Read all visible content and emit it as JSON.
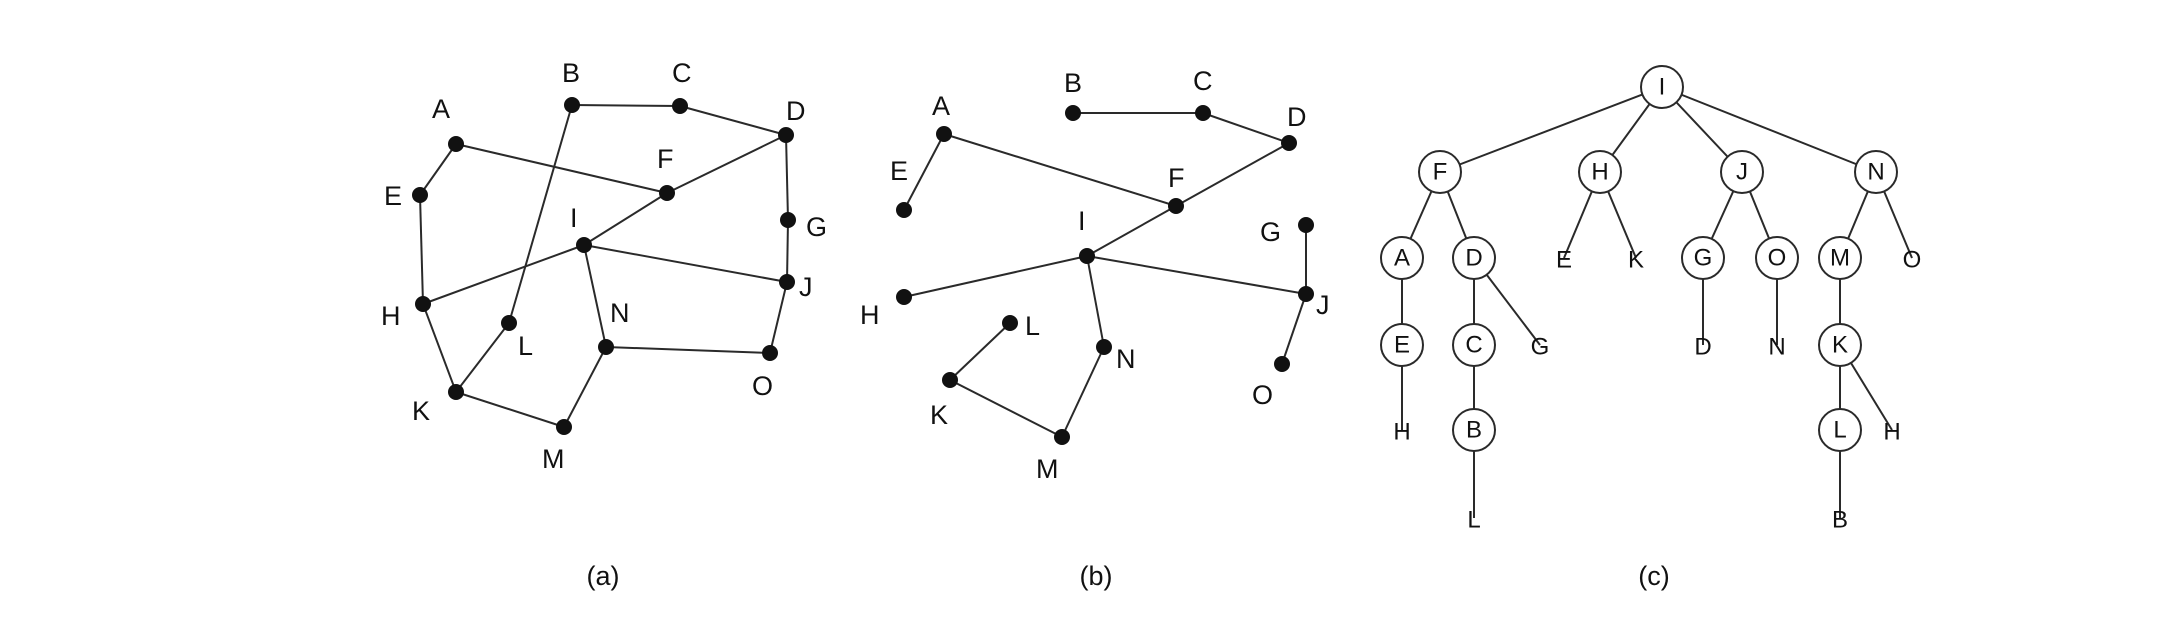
{
  "graph_a": {
    "caption": "(a)",
    "nodes": [
      "A",
      "B",
      "C",
      "D",
      "E",
      "F",
      "G",
      "H",
      "I",
      "J",
      "K",
      "L",
      "M",
      "N",
      "O"
    ],
    "edges": [
      [
        "A",
        "E"
      ],
      [
        "A",
        "F"
      ],
      [
        "B",
        "C"
      ],
      [
        "B",
        "L"
      ],
      [
        "C",
        "D"
      ],
      [
        "D",
        "F"
      ],
      [
        "D",
        "G"
      ],
      [
        "E",
        "H"
      ],
      [
        "F",
        "I"
      ],
      [
        "G",
        "J"
      ],
      [
        "H",
        "I"
      ],
      [
        "H",
        "K"
      ],
      [
        "I",
        "J"
      ],
      [
        "I",
        "N"
      ],
      [
        "J",
        "O"
      ],
      [
        "K",
        "L"
      ],
      [
        "K",
        "M"
      ],
      [
        "M",
        "N"
      ],
      [
        "N",
        "O"
      ]
    ]
  },
  "graph_b": {
    "caption": "(b)",
    "nodes": [
      "A",
      "B",
      "C",
      "D",
      "E",
      "F",
      "G",
      "H",
      "I",
      "J",
      "K",
      "L",
      "M",
      "N",
      "O"
    ],
    "edges": [
      [
        "A",
        "E"
      ],
      [
        "A",
        "F"
      ],
      [
        "B",
        "C"
      ],
      [
        "C",
        "D"
      ],
      [
        "D",
        "F"
      ],
      [
        "F",
        "I"
      ],
      [
        "H",
        "I"
      ],
      [
        "I",
        "J"
      ],
      [
        "I",
        "N"
      ],
      [
        "G",
        "J"
      ],
      [
        "J",
        "O"
      ],
      [
        "L",
        "K"
      ],
      [
        "K",
        "M"
      ],
      [
        "M",
        "N"
      ]
    ]
  },
  "tree_c": {
    "caption": "(c)",
    "root": "I",
    "children": {
      "I": [
        "F",
        "H",
        "J",
        "N"
      ],
      "F": [
        "A",
        "D"
      ],
      "H": [
        "E",
        "K"
      ],
      "J": [
        "G",
        "O"
      ],
      "N": [
        "M",
        "O"
      ],
      "A": [
        "E"
      ],
      "E": [
        "H"
      ],
      "D": [
        "C",
        "G"
      ],
      "C": [
        "B"
      ],
      "B": [
        "L"
      ],
      "G": [
        "D"
      ],
      "O": [
        "N"
      ],
      "M": [
        "K"
      ],
      "K": [
        "L",
        "H"
      ],
      "L": [
        "B"
      ]
    },
    "circled": [
      "I",
      "F",
      "H",
      "J",
      "N",
      "A",
      "D",
      "G",
      "O",
      "M",
      "E",
      "C",
      "K",
      "B",
      "L"
    ]
  }
}
